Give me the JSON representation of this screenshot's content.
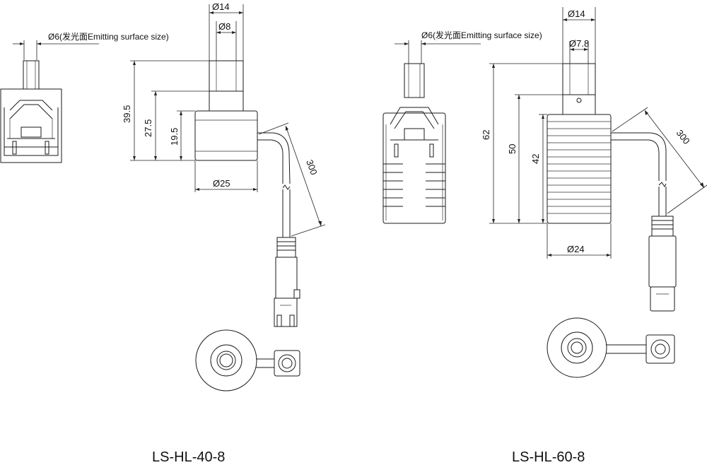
{
  "left_model": {
    "name": "LS-HL-40-8",
    "emit_label": "Ø6(发光面Emitting surface size)",
    "dia_top": "Ø14",
    "dia_inner": "Ø8",
    "height_total": "39.5",
    "height_mid": "27.5",
    "height_body": "19.5",
    "dia_body": "Ø25",
    "cable_length": "300"
  },
  "right_model": {
    "name": "LS-HL-60-8",
    "emit_label": "Ø6(发光面Emitting surface size)",
    "dia_top": "Ø14",
    "dia_inner": "Ø7.8",
    "height_total": "62",
    "height_mid": "50",
    "height_body": "42",
    "dia_body": "Ø24",
    "cable_length": "300"
  }
}
